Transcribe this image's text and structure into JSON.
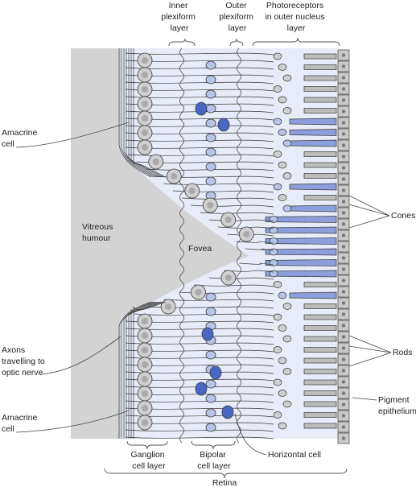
{
  "labels": {
    "inner_plexiform": [
      "Inner",
      "plexiform",
      "layer"
    ],
    "outer_plexiform": [
      "Outer",
      "plexiform",
      "layer"
    ],
    "photoreceptors": [
      "Photoreceptors",
      "in outer nucleus",
      "layer"
    ],
    "amacrine_top": [
      "Amacrine",
      "cell"
    ],
    "vitreous": [
      "Vitreous",
      "humour"
    ],
    "fovea": "Fovea",
    "cones": "Cones",
    "axons": [
      "Axons",
      "travelling to",
      "optic nerve"
    ],
    "rods": "Rods",
    "amacrine_bottom": [
      "Amacrine",
      "cell"
    ],
    "pigment": [
      "Pigment",
      "epithelium"
    ],
    "horizontal": "Horizontal cell",
    "ganglion": [
      "Ganglion",
      "cell layer"
    ],
    "bipolar": [
      "Bipolar",
      "cell layer"
    ],
    "retina": "Retina"
  },
  "colors": {
    "vitreous": "#d3d3d3",
    "retina_bg": "#e8ecf8",
    "cell_grey": "#cfcfcf",
    "nucleus_grey": "#a9a9a9",
    "cell_blue": "#b7c3e8",
    "highlight_blue": "#4a66c4",
    "rod_grey": "#bcbcbc",
    "cone_blue": "#8c9fdc",
    "pigment": "#c9c9c9"
  }
}
